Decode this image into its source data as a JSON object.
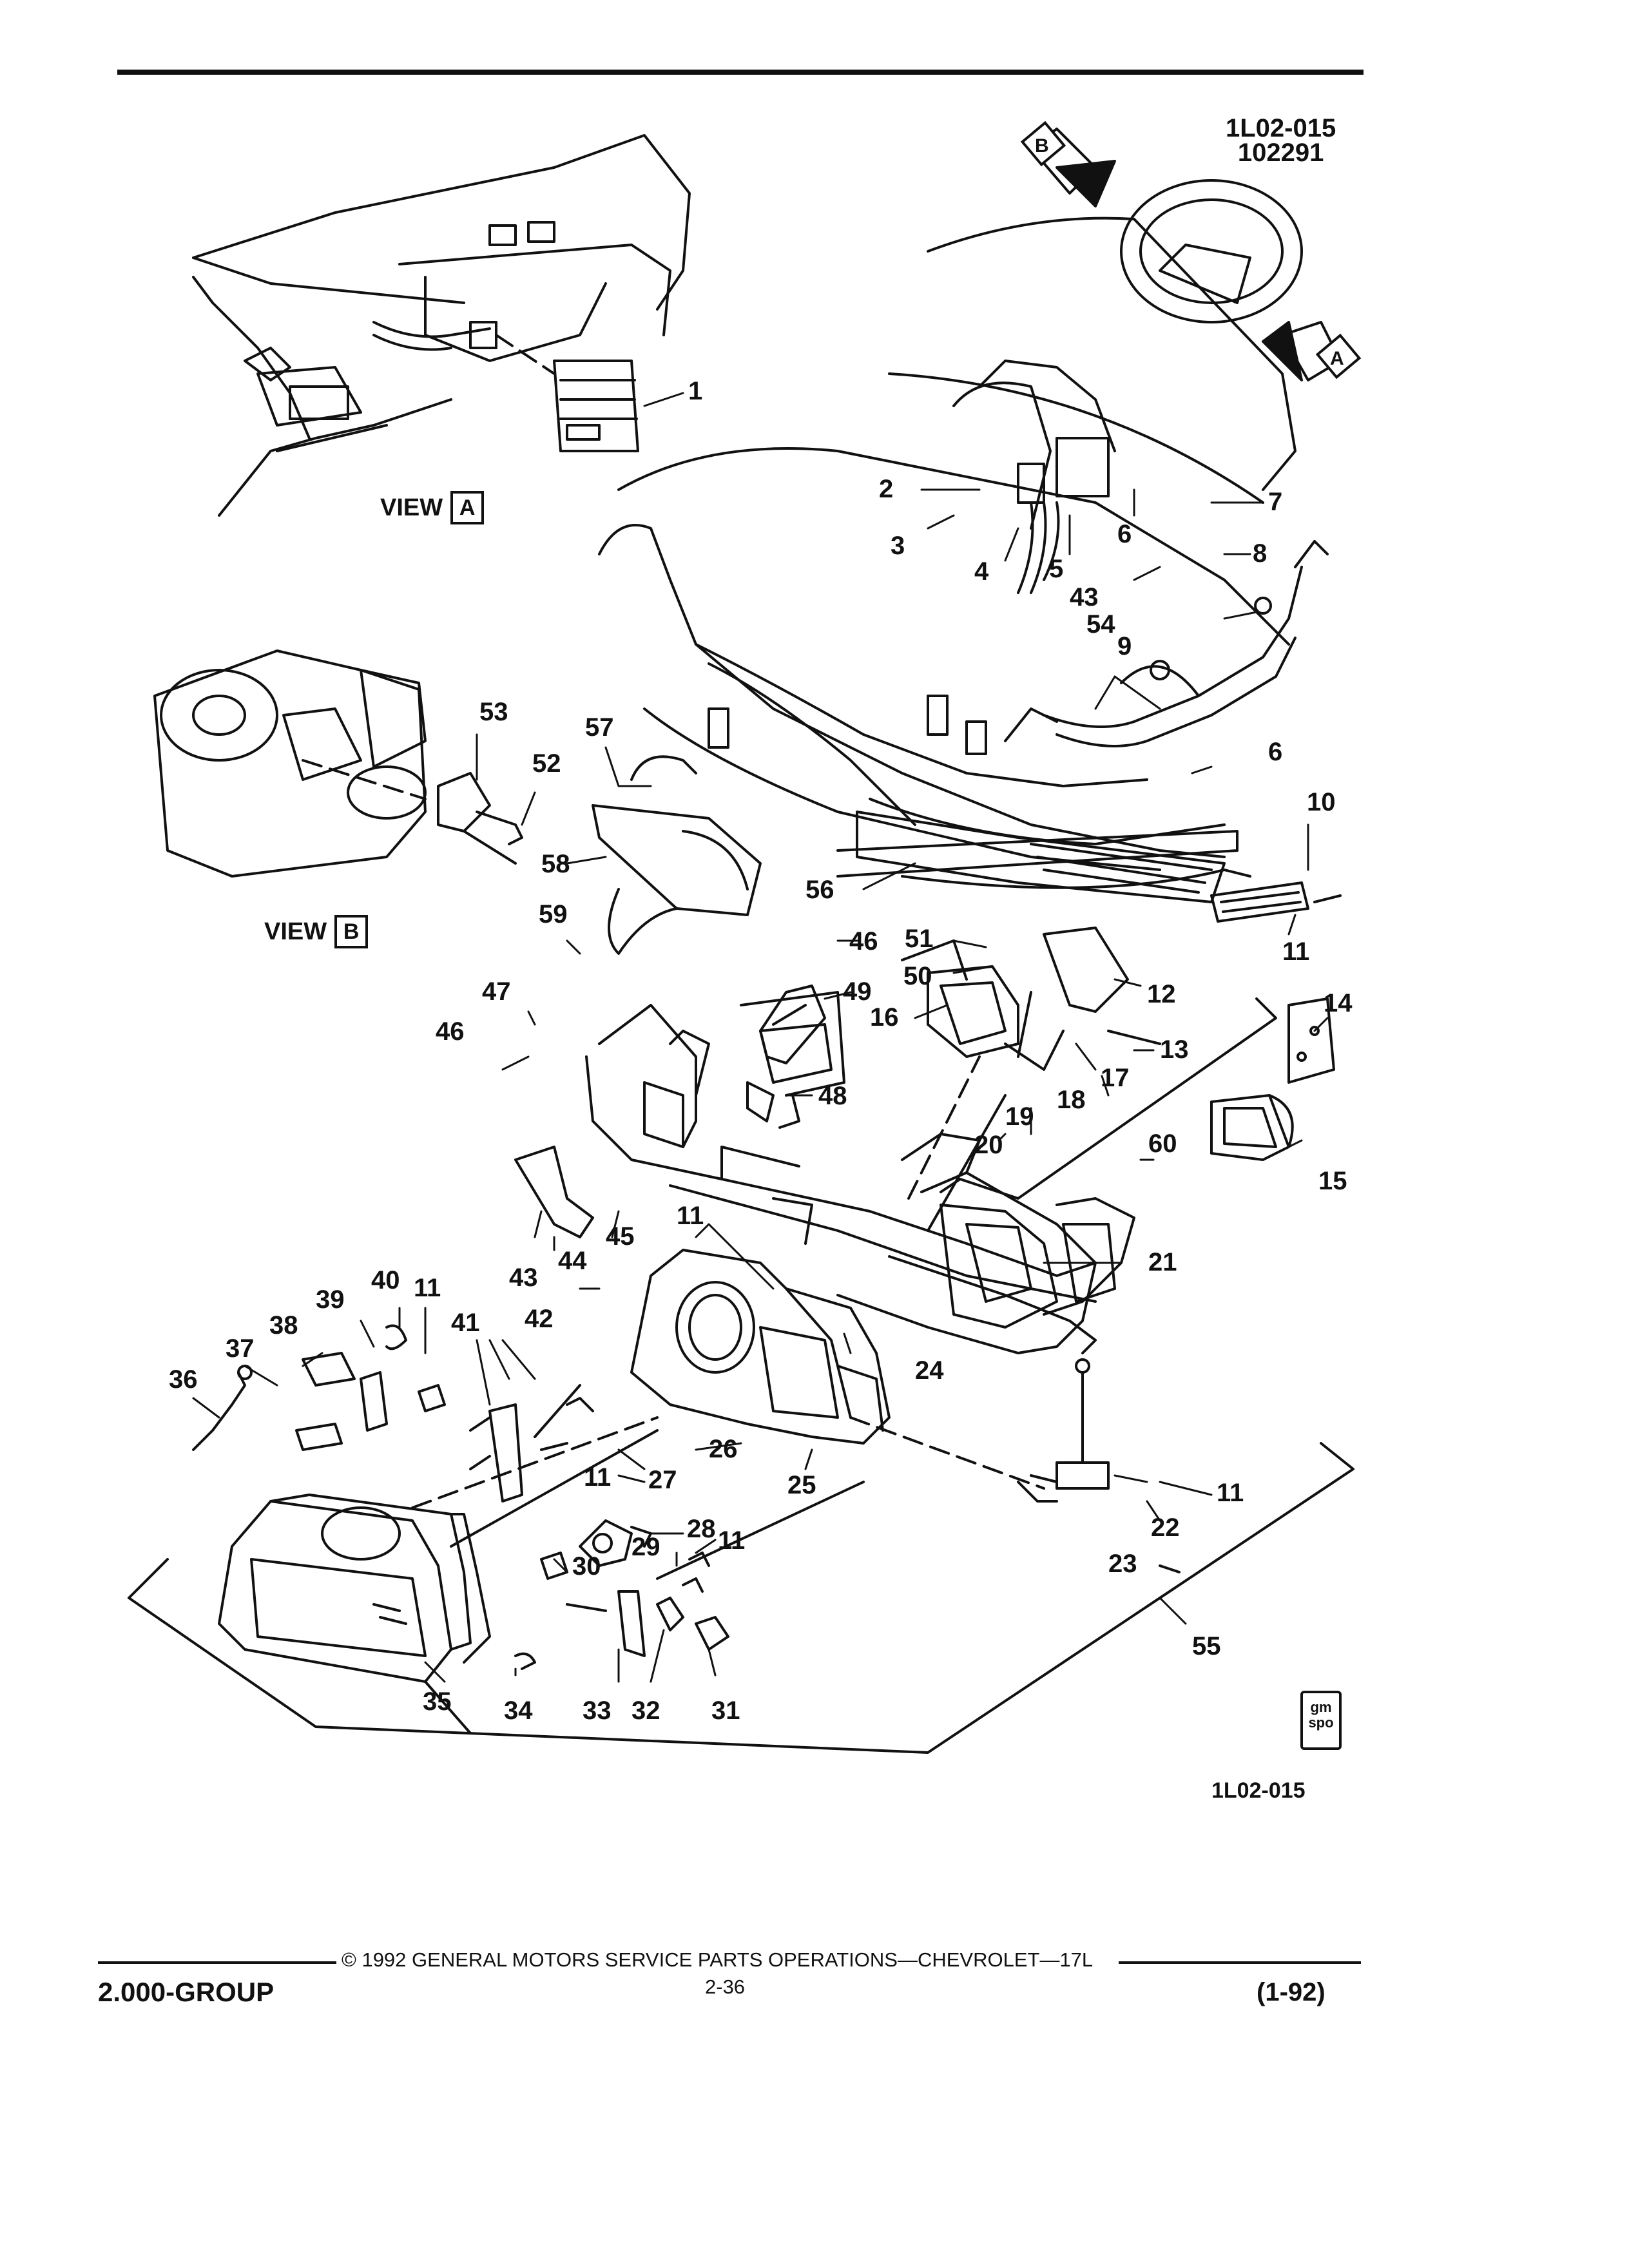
{
  "header": {
    "code_line1": "1L02-015",
    "code_line2": "102291"
  },
  "views": {
    "view_a_label": "VIEW",
    "view_a_letter": "A",
    "view_b_label": "VIEW",
    "view_b_letter": "B"
  },
  "arrow_letters": {
    "a": "A",
    "b": "B"
  },
  "callouts": [
    {
      "id": "c1",
      "text": "1"
    },
    {
      "id": "c2",
      "text": "2"
    },
    {
      "id": "c3",
      "text": "3"
    },
    {
      "id": "c4",
      "text": "4"
    },
    {
      "id": "c5",
      "text": "5"
    },
    {
      "id": "c6a",
      "text": "6"
    },
    {
      "id": "c7",
      "text": "7"
    },
    {
      "id": "c8",
      "text": "8"
    },
    {
      "id": "c43a",
      "text": "43"
    },
    {
      "id": "c54",
      "text": "54"
    },
    {
      "id": "c9",
      "text": "9"
    },
    {
      "id": "c6b",
      "text": "6"
    },
    {
      "id": "c10",
      "text": "10"
    },
    {
      "id": "c11a",
      "text": "11"
    },
    {
      "id": "c53",
      "text": "53"
    },
    {
      "id": "c52",
      "text": "52"
    },
    {
      "id": "c57",
      "text": "57"
    },
    {
      "id": "c58",
      "text": "58"
    },
    {
      "id": "c59",
      "text": "59"
    },
    {
      "id": "c56",
      "text": "56"
    },
    {
      "id": "c46a",
      "text": "46"
    },
    {
      "id": "c51",
      "text": "51"
    },
    {
      "id": "c49",
      "text": "49"
    },
    {
      "id": "c50",
      "text": "50"
    },
    {
      "id": "c16",
      "text": "16"
    },
    {
      "id": "c12",
      "text": "12"
    },
    {
      "id": "c14",
      "text": "14"
    },
    {
      "id": "c13",
      "text": "13"
    },
    {
      "id": "c17",
      "text": "17"
    },
    {
      "id": "c47",
      "text": "47"
    },
    {
      "id": "c46b",
      "text": "46"
    },
    {
      "id": "c48",
      "text": "48"
    },
    {
      "id": "c18",
      "text": "18"
    },
    {
      "id": "c19",
      "text": "19"
    },
    {
      "id": "c20",
      "text": "20"
    },
    {
      "id": "c60",
      "text": "60"
    },
    {
      "id": "c15",
      "text": "15"
    },
    {
      "id": "c11b",
      "text": "11"
    },
    {
      "id": "c45",
      "text": "45"
    },
    {
      "id": "c43b",
      "text": "43"
    },
    {
      "id": "c44",
      "text": "44"
    },
    {
      "id": "c21",
      "text": "21"
    },
    {
      "id": "c40",
      "text": "40"
    },
    {
      "id": "c11c",
      "text": "11"
    },
    {
      "id": "c39",
      "text": "39"
    },
    {
      "id": "c42",
      "text": "42"
    },
    {
      "id": "c38",
      "text": "38"
    },
    {
      "id": "c41",
      "text": "41"
    },
    {
      "id": "c37",
      "text": "37"
    },
    {
      "id": "c24",
      "text": "24"
    },
    {
      "id": "c36",
      "text": "36"
    },
    {
      "id": "c26",
      "text": "26"
    },
    {
      "id": "c11d",
      "text": "11"
    },
    {
      "id": "c27",
      "text": "27"
    },
    {
      "id": "c25",
      "text": "25"
    },
    {
      "id": "c11e",
      "text": "11"
    },
    {
      "id": "c28",
      "text": "28"
    },
    {
      "id": "c22",
      "text": "22"
    },
    {
      "id": "c29",
      "text": "29"
    },
    {
      "id": "c11f",
      "text": "11"
    },
    {
      "id": "c30",
      "text": "30"
    },
    {
      "id": "c23",
      "text": "23"
    },
    {
      "id": "c55",
      "text": "55"
    },
    {
      "id": "c35",
      "text": "35"
    },
    {
      "id": "c34",
      "text": "34"
    },
    {
      "id": "c33",
      "text": "33"
    },
    {
      "id": "c32",
      "text": "32"
    },
    {
      "id": "c31",
      "text": "31"
    }
  ],
  "badge": {
    "line1": "gm",
    "line2": "spo"
  },
  "figure_code": "1L02-015",
  "footer": {
    "copyright": "© 1992 GENERAL MOTORS SERVICE PARTS OPERATIONS—CHEVROLET—17L",
    "group": "2.000-GROUP",
    "page": "2-36",
    "date": "(1-92)"
  },
  "colors": {
    "ink": "#111111",
    "paper": "#ffffff"
  }
}
